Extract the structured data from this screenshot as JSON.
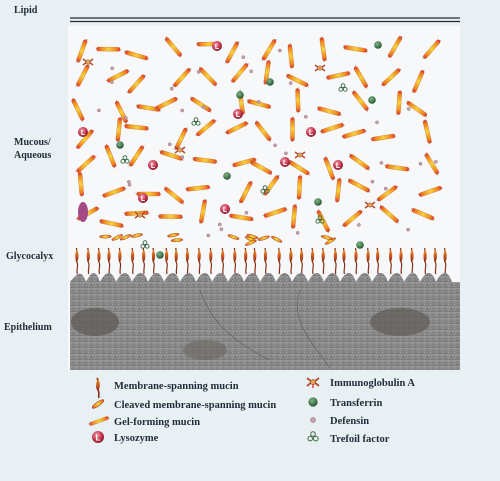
{
  "layers": {
    "lipid": "Lipid",
    "mucous_line1": "Mucous/",
    "mucous_line2": "Aqueous",
    "glycocalyx": "Glycocalyx",
    "epithelium": "Epithelium"
  },
  "legend": {
    "membrane_spanning_mucin": "Membrane-spanning mucin",
    "cleaved_membrane_spanning_mucin": "Cleaved membrane-spanning mucin",
    "gel_forming_mucin": "Gel-forming mucin",
    "lysozyme": "Lysozyme",
    "immunoglobulin_a": "Immunoglobulin A",
    "transferrin": "Transferrin",
    "defensin": "Defensin",
    "trefoil_factor": "Trefoil factor"
  },
  "symbol_text": {
    "lysozyme_letter": "L"
  },
  "colors": {
    "mucin_red": "#d8392b",
    "mucin_orange": "#f08a1e",
    "mucin_yellow": "#f7d23a",
    "lysozyme": "#c2334a",
    "transferrin": "#2f6b3c",
    "defensin": "#c9a0ae",
    "trefoil": "#3d6a45",
    "epithelium": "#8a8a8a",
    "lipid_line": "#2a2a3a"
  }
}
